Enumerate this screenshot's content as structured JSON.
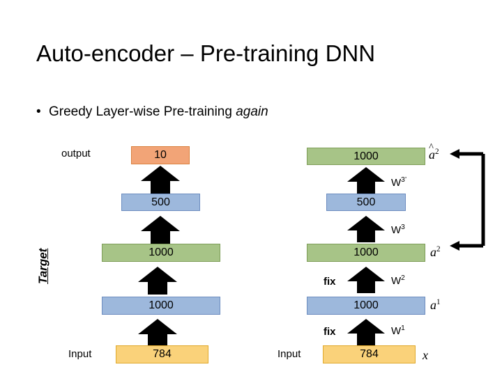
{
  "slide": {
    "title": "Auto-encoder – Pre-training DNN",
    "bullet": {
      "marker": "•",
      "text_normal": "Greedy Layer-wise Pre-training ",
      "text_italic": "again"
    }
  },
  "left_diagram": {
    "name": "left-network-stack",
    "side_label_top": "output",
    "side_label_bottom": "Input",
    "vertical_label": "Target",
    "layers": [
      {
        "id": "l-out-10",
        "value": "10",
        "color_name": "orange",
        "color": "#F2A477",
        "border": "#D9813F"
      },
      {
        "id": "l-500",
        "value": "500",
        "color_name": "blue",
        "color": "#9DB8DC",
        "border": "#6C8CBF"
      },
      {
        "id": "l-1000-green",
        "value": "1000",
        "color_name": "green",
        "color": "#A7C487",
        "border": "#7D9D57"
      },
      {
        "id": "l-1000-blue",
        "value": "1000",
        "color_name": "blue",
        "color": "#9DB8DC",
        "border": "#6C8CBF"
      },
      {
        "id": "l-784",
        "value": "784",
        "color_name": "yellow",
        "color": "#FAD27A",
        "border": "#E0A92C"
      }
    ]
  },
  "right_diagram": {
    "name": "right-network-stack",
    "side_label_bottom": "Input",
    "layers": [
      {
        "id": "r-1000-green-top",
        "value": "1000",
        "color_name": "green",
        "color": "#A7C487",
        "border": "#7D9D57",
        "math": "a2hat"
      },
      {
        "id": "r-500",
        "value": "500",
        "color_name": "blue",
        "color": "#9DB8DC",
        "border": "#6C8CBF",
        "math": ""
      },
      {
        "id": "r-1000-green-mid",
        "value": "1000",
        "color_name": "green",
        "color": "#A7C487",
        "border": "#7D9D57",
        "math": "a2"
      },
      {
        "id": "r-1000-blue",
        "value": "1000",
        "color_name": "blue",
        "color": "#9DB8DC",
        "border": "#6C8CBF",
        "math": "a1"
      },
      {
        "id": "r-784",
        "value": "784",
        "color_name": "yellow",
        "color": "#FAD27A",
        "border": "#E0A92C",
        "math": "x"
      }
    ],
    "weights": [
      {
        "id": "w3prime",
        "base": "W",
        "sup": "3’",
        "fix": ""
      },
      {
        "id": "w3",
        "base": "W",
        "sup": "3",
        "fix": ""
      },
      {
        "id": "w2",
        "base": "W",
        "sup": "2",
        "fix": "fix"
      },
      {
        "id": "w1",
        "base": "W",
        "sup": "1",
        "fix": "fix"
      }
    ],
    "math_labels": {
      "a2hat_base": "a",
      "a2hat_sup": "2",
      "a2hat_hat": "^",
      "a2_base": "a",
      "a2_sup": "2",
      "a1_base": "a",
      "a1_sup": "1",
      "x_base": "x"
    },
    "fix_label_text": "fix"
  },
  "colors": {
    "orange": "#F2A477",
    "blue": "#9DB8DC",
    "green": "#A7C487",
    "yellow": "#FAD27A",
    "arrow_black": "#000000",
    "background": "#FFFFFF"
  }
}
